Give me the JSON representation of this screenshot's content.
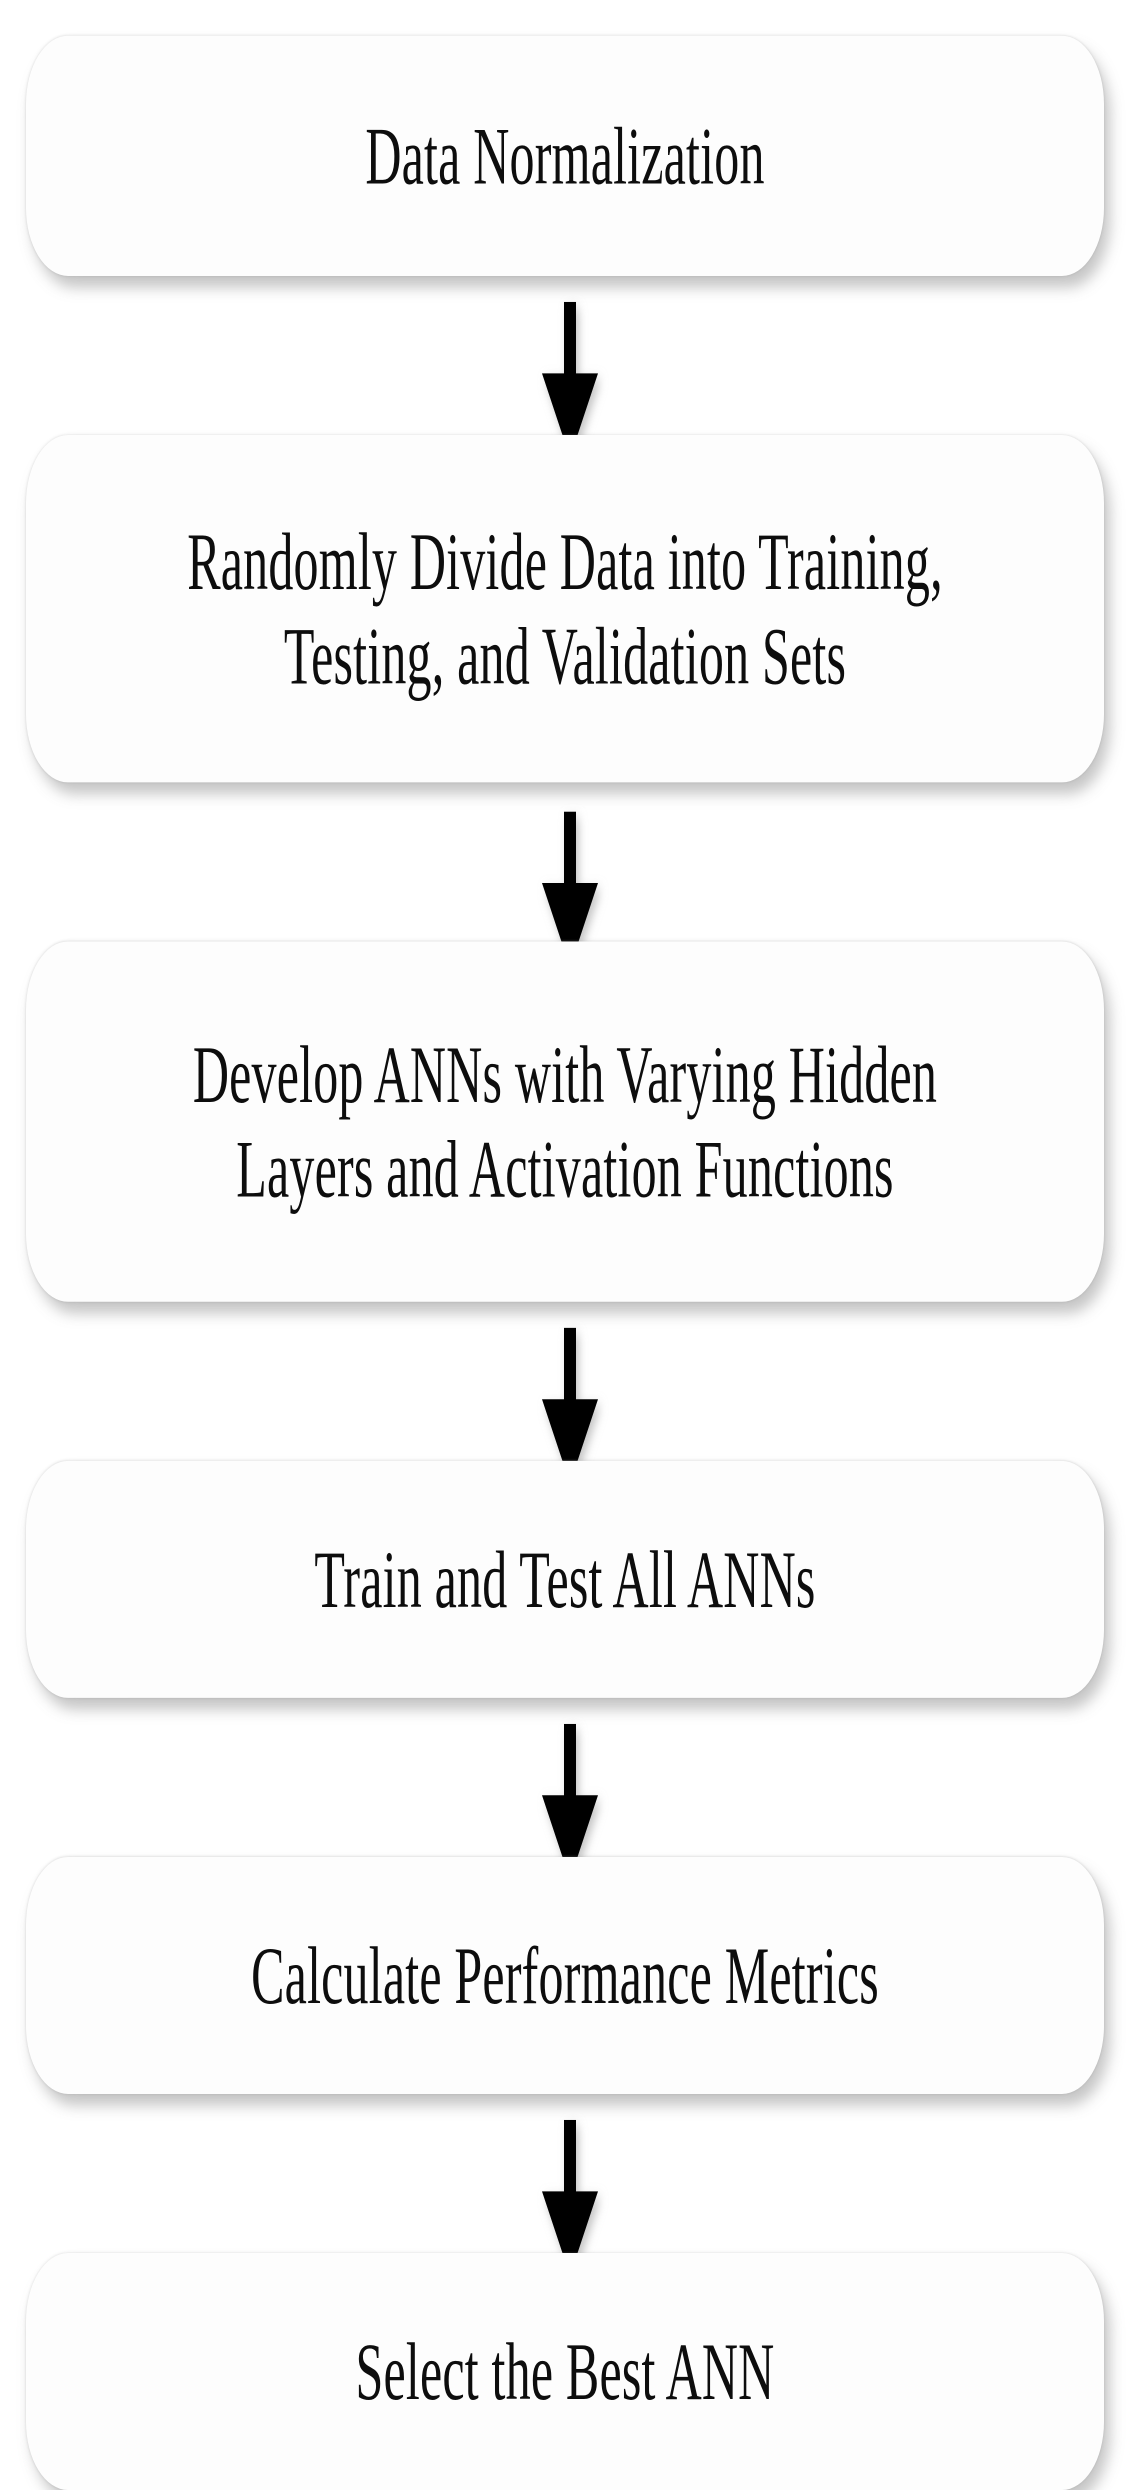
{
  "diagram": {
    "type": "flowchart",
    "orientation": "vertical-top-to-bottom",
    "background_color": "#ffffff",
    "node_fill_color": "#fdfdfd",
    "node_text_color": "#0d0d0d",
    "arrow_color": "#000000",
    "nodes": [
      {
        "id": "node-1",
        "label": "Data Normalization",
        "lines": 1
      },
      {
        "id": "node-2",
        "label": "Randomly Divide Data into Training,\nTesting, and Validation Sets",
        "lines": 2
      },
      {
        "id": "node-3",
        "label": "Develop ANNs with Varying Hidden\nLayers and Activation Functions",
        "lines": 2
      },
      {
        "id": "node-4",
        "label": "Train and Test All ANNs",
        "lines": 1
      },
      {
        "id": "node-5",
        "label": "Calculate Performance Metrics",
        "lines": 1
      },
      {
        "id": "node-6",
        "label": "Select the Best ANN",
        "lines": 1
      }
    ],
    "edges": [
      {
        "id": "edge-1",
        "from": "node-1",
        "to": "node-2",
        "label": "",
        "marker": "arrow-down"
      },
      {
        "id": "edge-2",
        "from": "node-2",
        "to": "node-3",
        "label": "",
        "marker": "arrow-down"
      },
      {
        "id": "edge-3",
        "from": "node-3",
        "to": "node-4",
        "label": "",
        "marker": "arrow-down"
      },
      {
        "id": "edge-4",
        "from": "node-4",
        "to": "node-5",
        "label": "",
        "marker": "arrow-down"
      },
      {
        "id": "edge-5",
        "from": "node-5",
        "to": "node-6",
        "label": "",
        "marker": "arrow-down"
      }
    ]
  }
}
